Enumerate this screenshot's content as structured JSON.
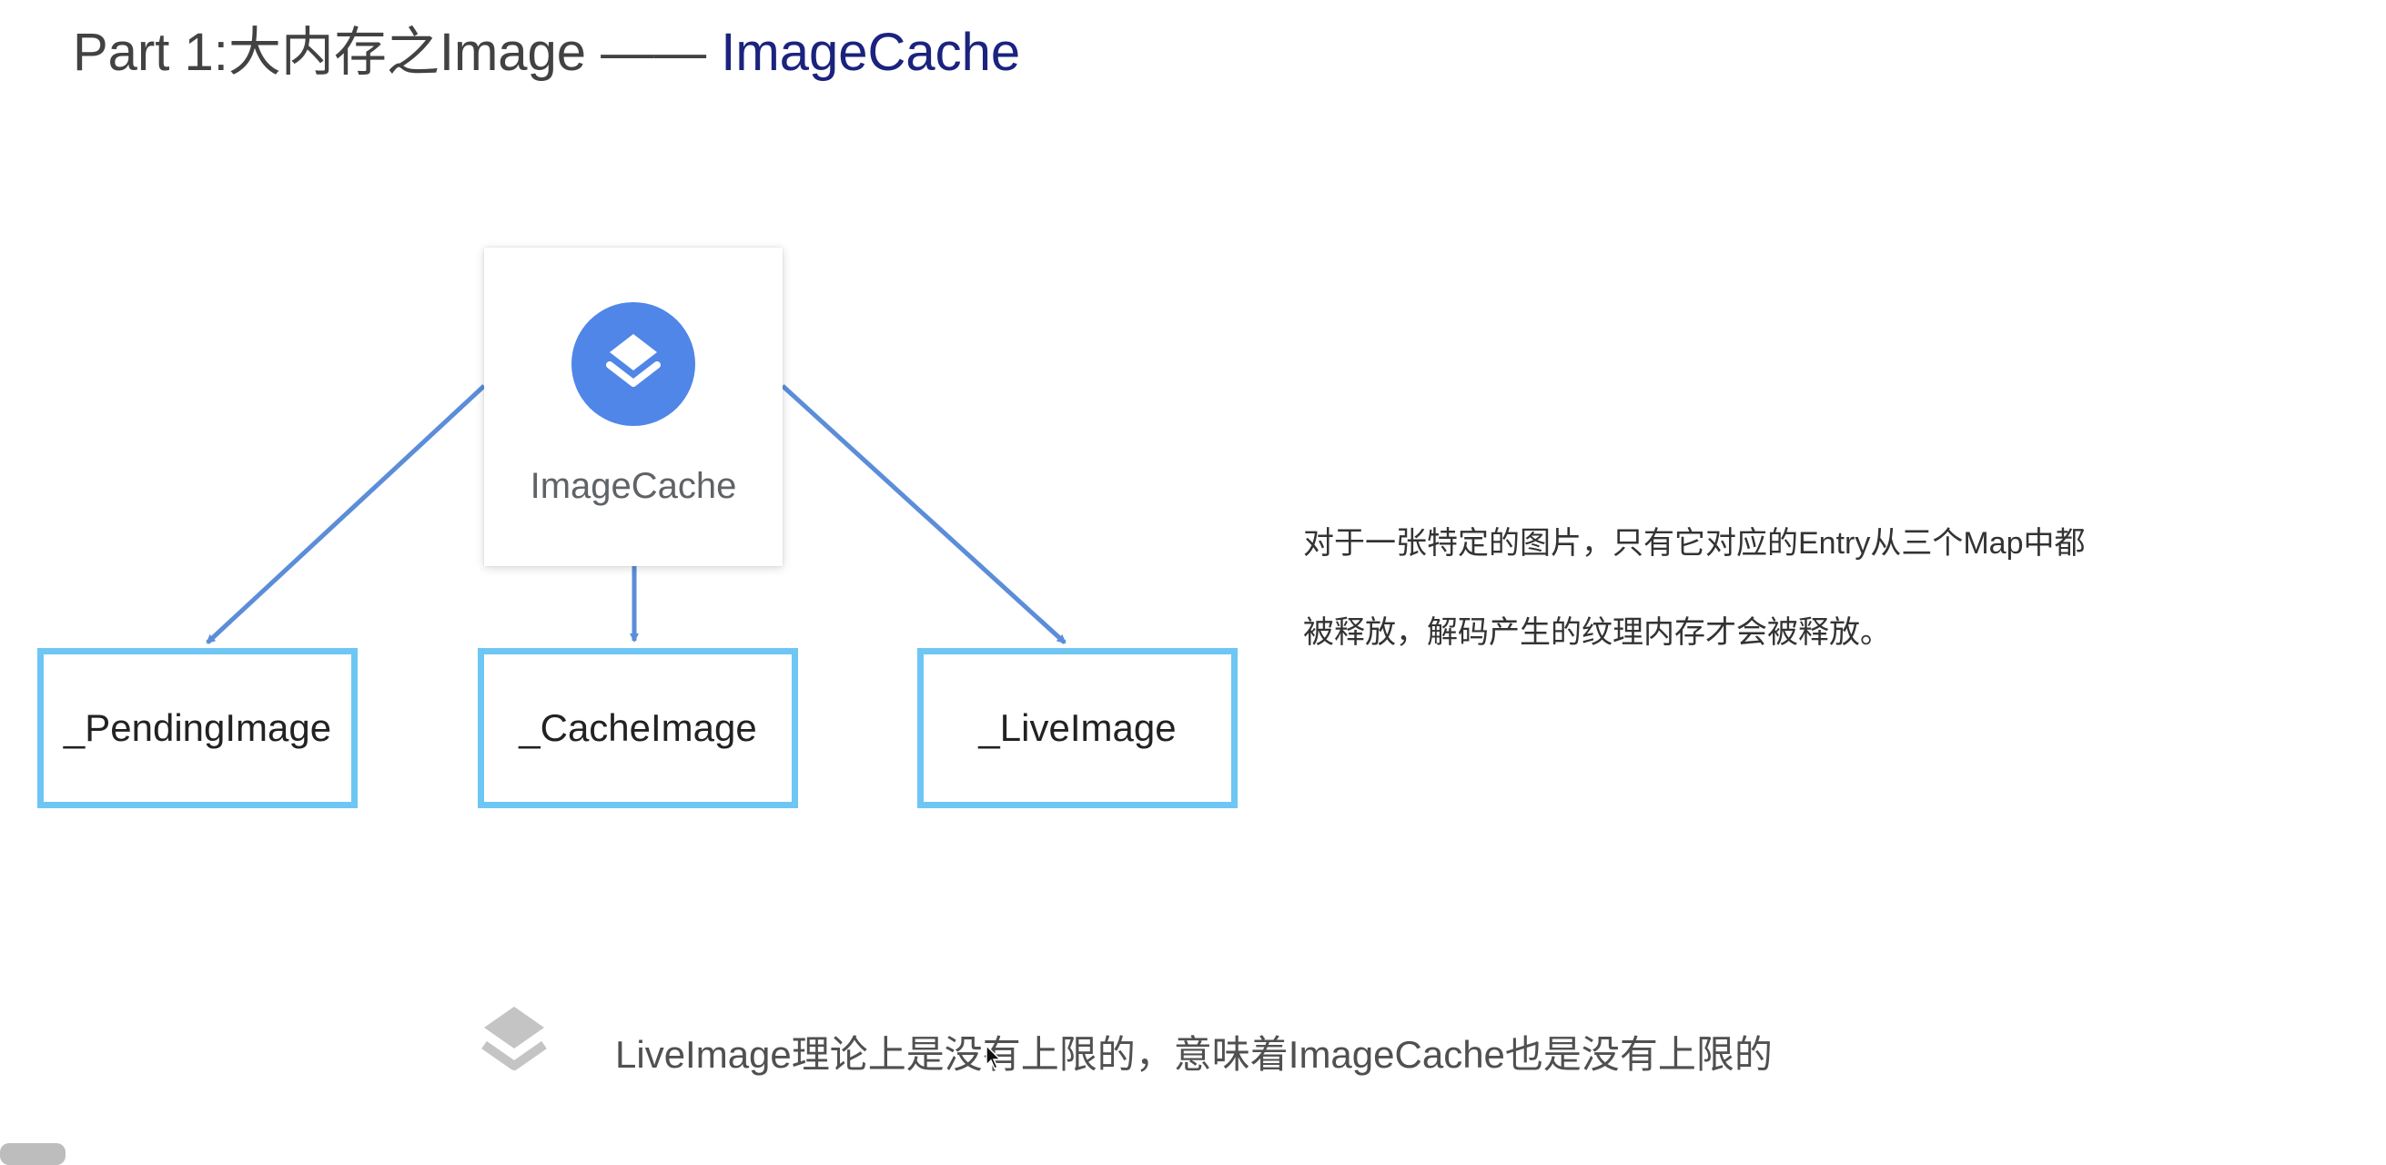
{
  "title": {
    "prefix": "Part 1:大内存之Image —— ",
    "highlight": "ImageCache"
  },
  "diagram": {
    "root": {
      "label": "ImageCache",
      "icon": "layers-icon",
      "icon_color": "#4f86e8"
    },
    "children": [
      {
        "label": "_PendingImage"
      },
      {
        "label": "_CacheImage"
      },
      {
        "label": "_LiveImage"
      }
    ],
    "arrow_color": "#5b8dd9",
    "box_border_color": "#6ec6f4"
  },
  "description": {
    "line1": "对于一张特定的图片，只有它对应的Entry从三个Map中都",
    "line2": "被释放，解码产生的纹理内存才会被释放。"
  },
  "footer": {
    "icon": "layers-icon",
    "text": "LiveImage理论上是没有上限的，意味着ImageCache也是没有上限的"
  }
}
